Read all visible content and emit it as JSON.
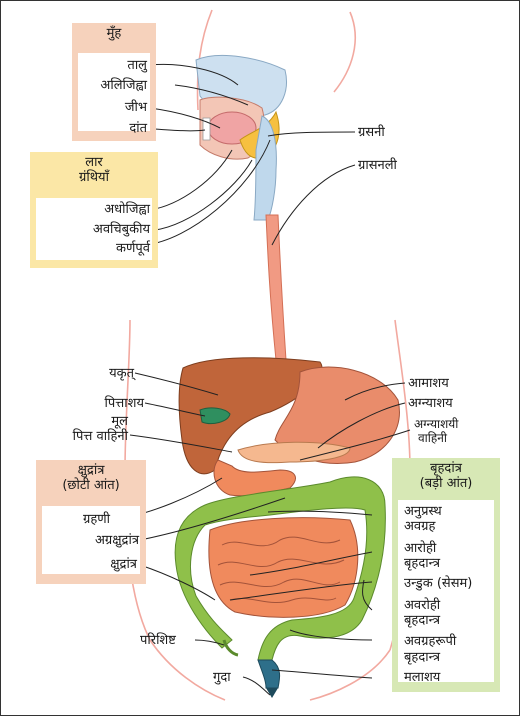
{
  "colors": {
    "mouth_box": "#f6d2bc",
    "salivary_box": "#fbe7a6",
    "small_intestine_box": "#f6d2bc",
    "large_intestine_box": "#d7e8b5",
    "small_intestine": "#f08a5d",
    "large_intestine": "#8fc04a",
    "liver": "#c0653a",
    "stomach": "#e98c6b",
    "esophagus": "#f19a83",
    "body_outline": "#f2a9a0"
  },
  "mouth": {
    "title": "मुँह",
    "items": [
      "तालु",
      "अलिजिह्वा",
      "जीभ",
      "दांत"
    ]
  },
  "salivary": {
    "title_line1": "लार",
    "title_line2": "ग्रंथियाँ",
    "items": [
      "अधोजिह्वा",
      "अवचिबुकीय",
      "कर्णपूर्व"
    ]
  },
  "small_intestine": {
    "title_line1": "क्षुद्रांत्र",
    "title_line2": "(छोटी आंत)",
    "items": [
      "ग्रहणी",
      "अग्रक्षुद्रांत्र",
      "क्षुद्रांत्र"
    ]
  },
  "large_intestine": {
    "title_line1": "बृहदांत्र",
    "title_line2": "(बड़ी आंत)",
    "items": [
      {
        "line1": "अनुप्रस्थ",
        "line2": "अवग्रह"
      },
      {
        "line1": "आरोही",
        "line2": "बृहदान्त्र"
      },
      {
        "line1": "उन्डुक (सेसम)",
        "line2": ""
      },
      {
        "line1": "अवरोही",
        "line2": "बृहदान्त्र"
      },
      {
        "line1": "अवग्रहरूपी",
        "line2": "बृहदान्त्र"
      },
      {
        "line1": "मलाशय",
        "line2": ""
      }
    ]
  },
  "labels": {
    "pharynx": "ग्रसनी",
    "esophagus": "ग्रासनली",
    "liver": "यकृत्",
    "gallbladder": "पित्ताशय",
    "bile_duct_line1": "मूल",
    "bile_duct_line2": "पित्त वाहिनी",
    "stomach": "आमाशय",
    "pancreas": "अग्न्याशय",
    "pancreatic_duct_line1": "अग्न्याशयी",
    "pancreatic_duct_line2": "वाहिनी",
    "appendix": "परिशिष्ट",
    "anus": "गुदा"
  }
}
